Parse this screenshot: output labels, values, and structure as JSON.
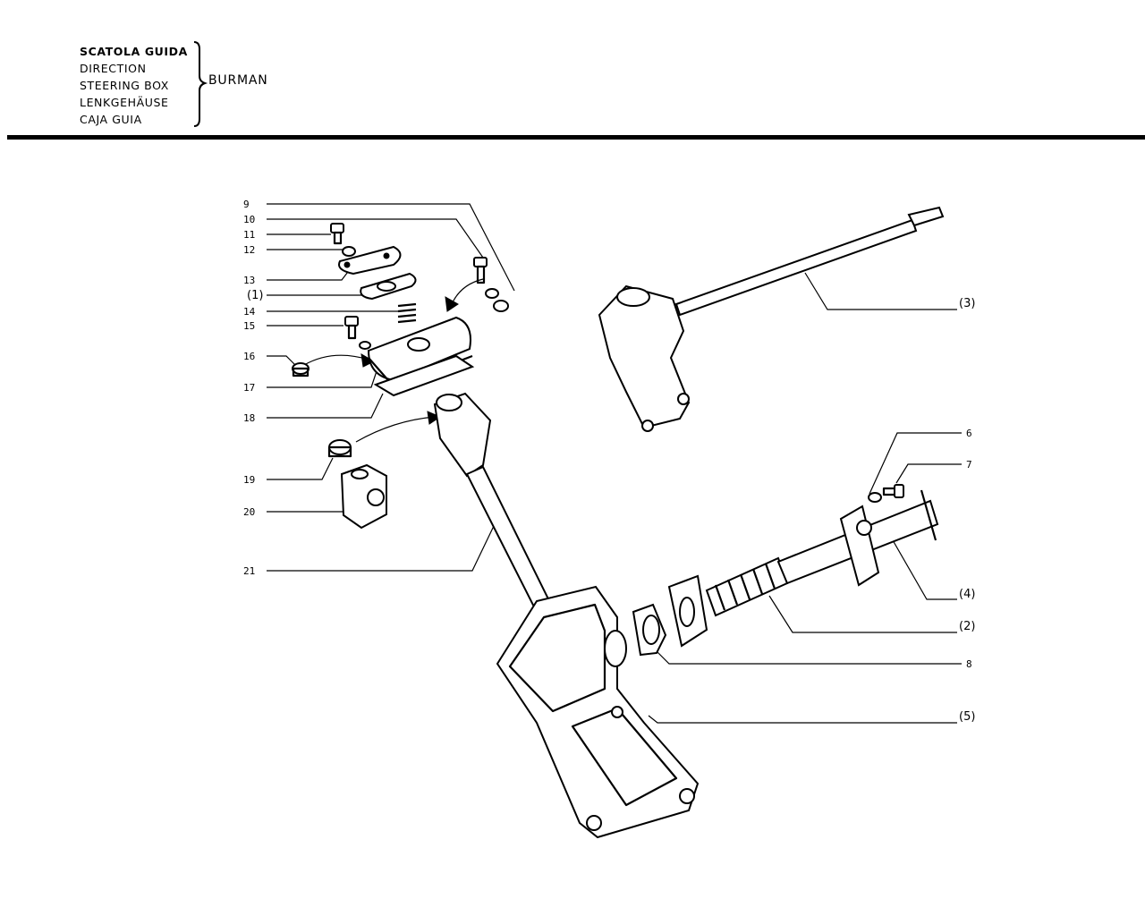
{
  "header": {
    "titles": [
      "SCATOLA GUIDA",
      "DIRECTION",
      "STEERING BOX",
      "LENKGEHÄUSE",
      "CAJA GUIA"
    ],
    "maker": "BURMAN"
  },
  "labels": {
    "p9": "9",
    "p10": "10",
    "p11": "11",
    "p12": "12",
    "p13": "13",
    "p1": "(1)",
    "p14": "14",
    "p15": "15",
    "p16": "16",
    "p17": "17",
    "p18": "18",
    "p19": "19",
    "p20": "20",
    "p21": "21",
    "p3": "(3)",
    "p6": "6",
    "p7": "7",
    "p4": "(4)",
    "p2": "(2)",
    "p8": "8",
    "p5": "(5)"
  }
}
